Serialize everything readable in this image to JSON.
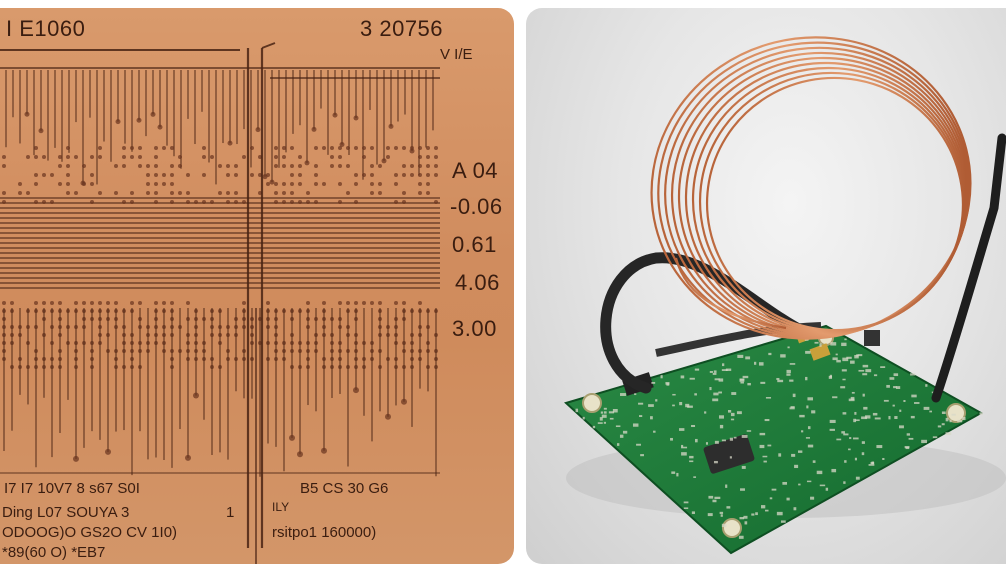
{
  "left_panel": {
    "labels": {
      "top_left": "I E1060",
      "top_right": "3  20756",
      "top_far_right": "V I/E",
      "right_1": "A  04",
      "right_2": "-0.06",
      "right_3": "0.61",
      "right_4": "4.06",
      "right_5": "3.00",
      "bottom_row_1": "I7    I7    10V7    8    s67  S0I",
      "bottom_row_1b": "B5   CS  30       G6",
      "bottom_row_2": "Ding L07  SOUYA  3",
      "bottom_row_2b": "1",
      "bottom_row_3": "ODOOG)O GS2O  CV 1I0)",
      "bottom_row_3b": "rsitpo1   160000)",
      "bottom_row_4": "*89(60  O)  *EB7",
      "bottom_small": "ILY"
    },
    "colors": {
      "board": "#d39368",
      "trace": "#4a2414",
      "pad": "#6a3520"
    }
  },
  "right_panel": {
    "colors": {
      "background": "#e5e5e5",
      "pcb": "#1f7a3a",
      "copper": "#c8774a",
      "cable": "#2a2a2a"
    }
  }
}
